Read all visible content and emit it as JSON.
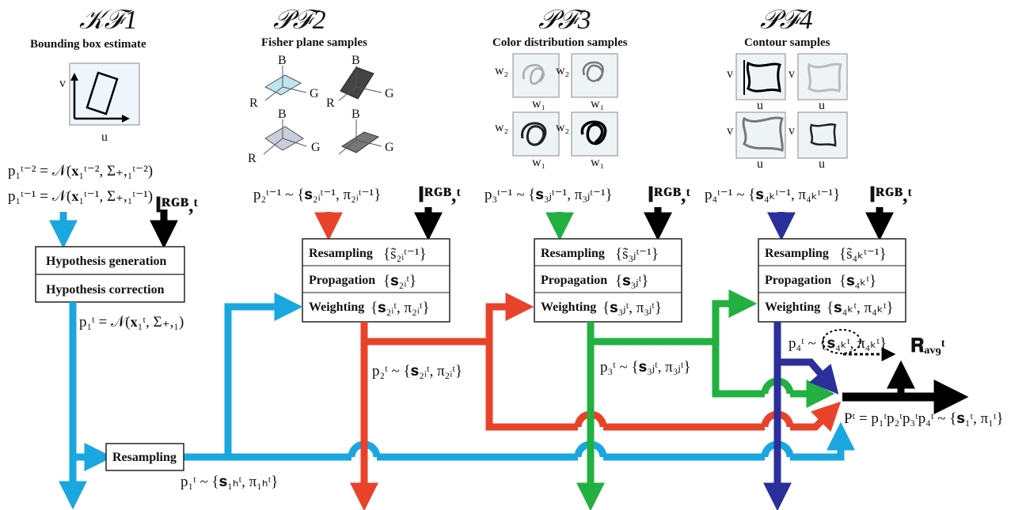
{
  "columns": {
    "kf1": {
      "title": "𝒦ℱ1",
      "subtitle": "Bounding box estimate"
    },
    "pf2": {
      "title": "𝒫ℱ2",
      "subtitle": "Fisher plane samples"
    },
    "pf3": {
      "title": "𝒫ℱ3",
      "subtitle": "Color distribution samples"
    },
    "pf4": {
      "title": "𝒫ℱ4",
      "subtitle": "Contour samples"
    }
  },
  "kf1_box": {
    "generation": "Hypothesis generation",
    "correction": "Hypothesis correction",
    "prior_1": "p₁ᵗ⁻² = 𝒩(𝐱₁ᵗ⁻², Σ₊,₁ᵗ⁻²)",
    "prior_2": "p₁ᵗ⁻¹ = 𝒩(𝐱₁ᵗ⁻¹, Σ₊,₁ᵗ⁻¹)",
    "posterior": "p₁ᵗ = 𝒩(𝐱₁ᵗ, Σ₊,₁)",
    "axis_u": "u",
    "axis_v": "v"
  },
  "image_input": "𝐈ᴿᴳᴮ,ᵗ",
  "resampling_kf": {
    "label": "Resampling",
    "output": "p₁ᵗ ~ {𝐬₁ₕᵗ, π₁ₕᵗ}"
  },
  "pf2_box": {
    "input": "p₂ᵗ⁻¹ ~ {𝐬₂ᵢᵗ⁻¹, π₂ᵢᵗ⁻¹}",
    "resampling": "Resampling",
    "resampling_set": "{s̃₂ᵢᵗ⁻¹}",
    "propagation": "Propagation",
    "propagation_set": "{𝐬₂ᵢᵗ}",
    "weighting": "Weighting",
    "weighting_set": "{𝐬₂ᵢᵗ, π₂ᵢᵗ}",
    "output": "p₂ᵗ ~ {𝐬₂ᵢᵗ, π₂ᵢᵗ}",
    "axis_b": "B",
    "axis_g": "G",
    "axis_r": "R"
  },
  "pf3_box": {
    "input": "p₃ᵗ⁻¹ ~ {𝐬₃ⱼᵗ⁻¹, π₃ⱼᵗ⁻¹}",
    "resampling": "Resampling",
    "resampling_set": "{s̃₃ⱼᵗ⁻¹}",
    "propagation": "Propagation",
    "propagation_set": "{𝐬₃ⱼᵗ}",
    "weighting": "Weighting",
    "weighting_set": "{𝐬₃ⱼᵗ, π₃ⱼᵗ}",
    "output": "p₃ᵗ ~ {𝐬₃ⱼᵗ, π₃ⱼᵗ}",
    "axis_w1": "w₁",
    "axis_w2": "w₂"
  },
  "pf4_box": {
    "input": "p₄ᵗ⁻¹ ~ {𝐬₄ₖᵗ⁻¹, π₄ₖᵗ⁻¹}",
    "resampling": "Resampling",
    "resampling_set": "{s̃₄ₖᵗ⁻¹}",
    "propagation": "Propagation",
    "propagation_set": "{𝐬₄ₖᵗ}",
    "weighting": "Weighting",
    "weighting_set": "{𝐬₄ₖᵗ, π₄ₖᵗ}",
    "output": "p₄ᵗ ~ {𝐬₄ₖᵗ, π₄ₖᵗ}",
    "axis_u": "u",
    "axis_v": "v"
  },
  "fusion": {
    "avg": "𝐑ₐᵥ₉ᵗ",
    "result": "Pᵗ = p₁ᵗp₂ᵗp₃ᵗp₄ᵗ ~ {𝐬₁ᵗ, π₁ᵗ}"
  },
  "colors": {
    "kf": "#1aa7e0",
    "pf2": "#e8432a",
    "pf3": "#22b040",
    "pf4": "#2b2f9a",
    "black": "#000000"
  }
}
